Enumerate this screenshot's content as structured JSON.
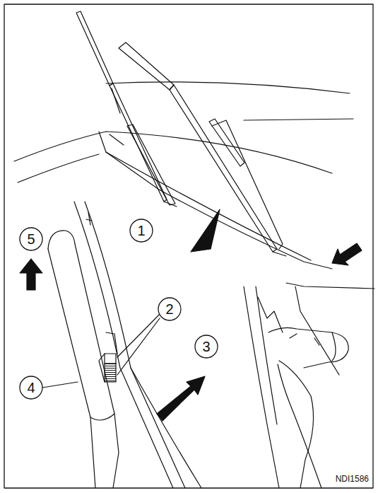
{
  "diagram": {
    "nodes": [
      {
        "text": [
          "5"
        ]
      },
      {
        "text": [
          "1"
        ]
      },
      {
        "text": [
          "2"
        ]
      },
      {
        "text": [
          "3"
        ]
      },
      {
        "text": [
          "4"
        ]
      }
    ],
    "labels": [
      "NDI1586"
    ]
  }
}
